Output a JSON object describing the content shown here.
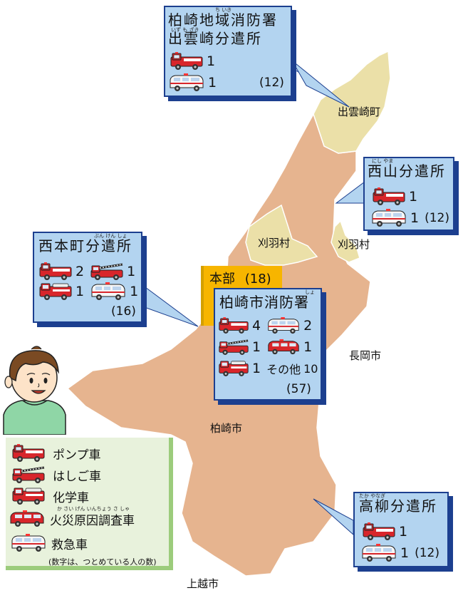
{
  "colors": {
    "map_city": "#e6b48f",
    "map_village": "#ebe0a8",
    "box_bg": "#b3d4f0",
    "box_border": "#1c3f8f",
    "hq_bg": "#f7b500",
    "legend_bg": "#e8f2dc",
    "legend_border": "#9ccc7c"
  },
  "map_labels": {
    "izumozaki": "出雲崎町",
    "kariwa_1": "刈羽村",
    "kariwa_2": "刈羽村",
    "nagaoka": "長岡市",
    "kashiwazaki": "柏崎市",
    "joetsu": "上越市"
  },
  "stations": {
    "izumozaki": {
      "title_1": "柏崎地域消防署",
      "title_2": "出雲崎分遣所",
      "ruby_1": "ち いき",
      "ruby_2": "いず   も  ざき",
      "pump": "1",
      "ambulance": "1",
      "staff": "(12)"
    },
    "nishiyama": {
      "title": "西山分遣所",
      "ruby": "にし  やま",
      "pump": "1",
      "ambulance": "1",
      "staff": "(12)"
    },
    "nishihoncho": {
      "title": "西本町分遣所",
      "ruby": "ぶん  けん  しょ",
      "pump": "2",
      "ladder": "1",
      "chemical": "1",
      "ambulance": "1",
      "staff": "(16)"
    },
    "honbu": {
      "label": "本部",
      "staff": "(18)"
    },
    "kashiwazaki_main": {
      "title": "柏崎市消防署",
      "ruby": "しょ",
      "pump": "4",
      "ambulance": "2",
      "ladder": "1",
      "investigation": "1",
      "chemical": "1",
      "other_label": "その他",
      "other": "10",
      "staff": "(57)"
    },
    "takayanagi": {
      "title": "高柳分遣所",
      "ruby": "たか やなぎ",
      "pump": "1",
      "ambulance": "1",
      "staff": "(12)"
    }
  },
  "legend": {
    "items": [
      {
        "icon": "pump-truck-icon",
        "label": "ポンプ車"
      },
      {
        "icon": "ladder-truck-icon",
        "label": "はしご車"
      },
      {
        "icon": "chemical-truck-icon",
        "label": "化学車"
      },
      {
        "icon": "investigation-vehicle-icon",
        "label": "火災原因調査車",
        "ruby": "か  さい   げん  いんちょう  さ    しゃ"
      },
      {
        "icon": "ambulance-icon",
        "label": "救急車"
      }
    ],
    "note": "(数字は、つとめている人の数)"
  }
}
